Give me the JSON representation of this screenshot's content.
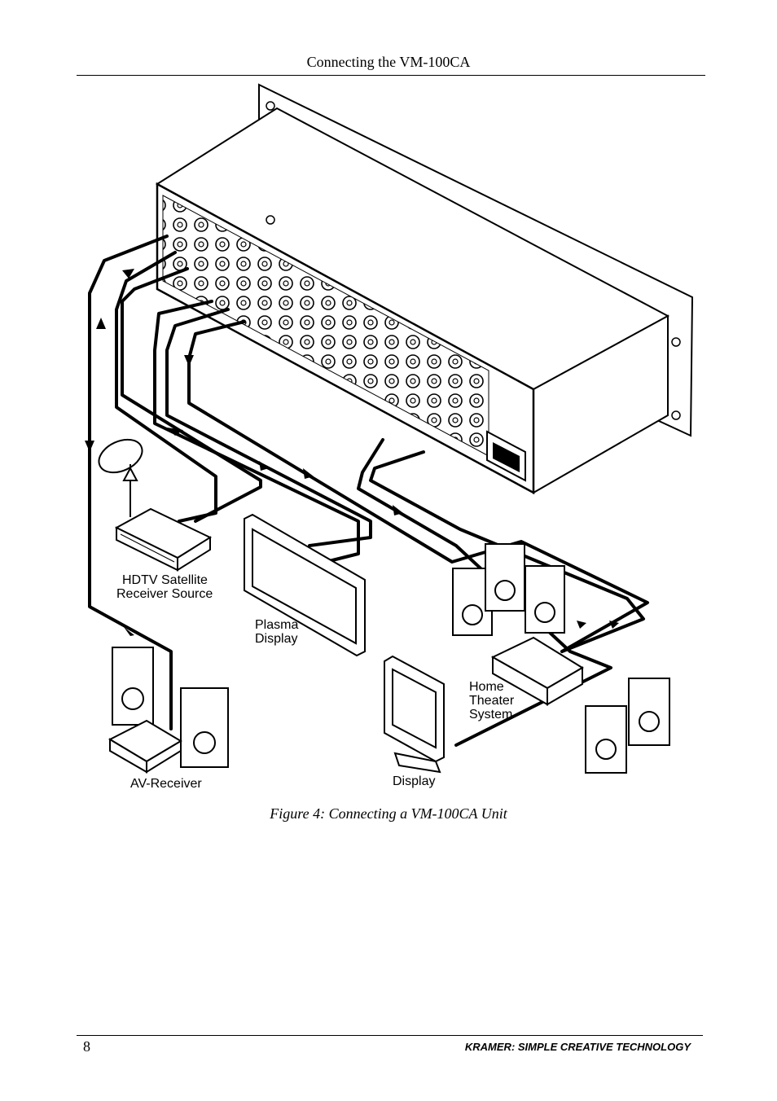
{
  "header": {
    "title": "Connecting the VM-100CA"
  },
  "figure": {
    "labels": {
      "hdtv_line1": "HDTV Satellite",
      "hdtv_line2": "Receiver Source",
      "plasma_line1": "Plasma",
      "plasma_line2": "Display",
      "home_line1": "Home",
      "home_line2": "Theater",
      "home_line3": "System",
      "av_receiver": "AV-Receiver",
      "display": "Display"
    },
    "caption": "Figure 4: Connecting a VM-100CA Unit"
  },
  "footer": {
    "page_number": "8",
    "brand": "KRAMER:  SIMPLE CREATIVE TECHNOLOGY"
  }
}
